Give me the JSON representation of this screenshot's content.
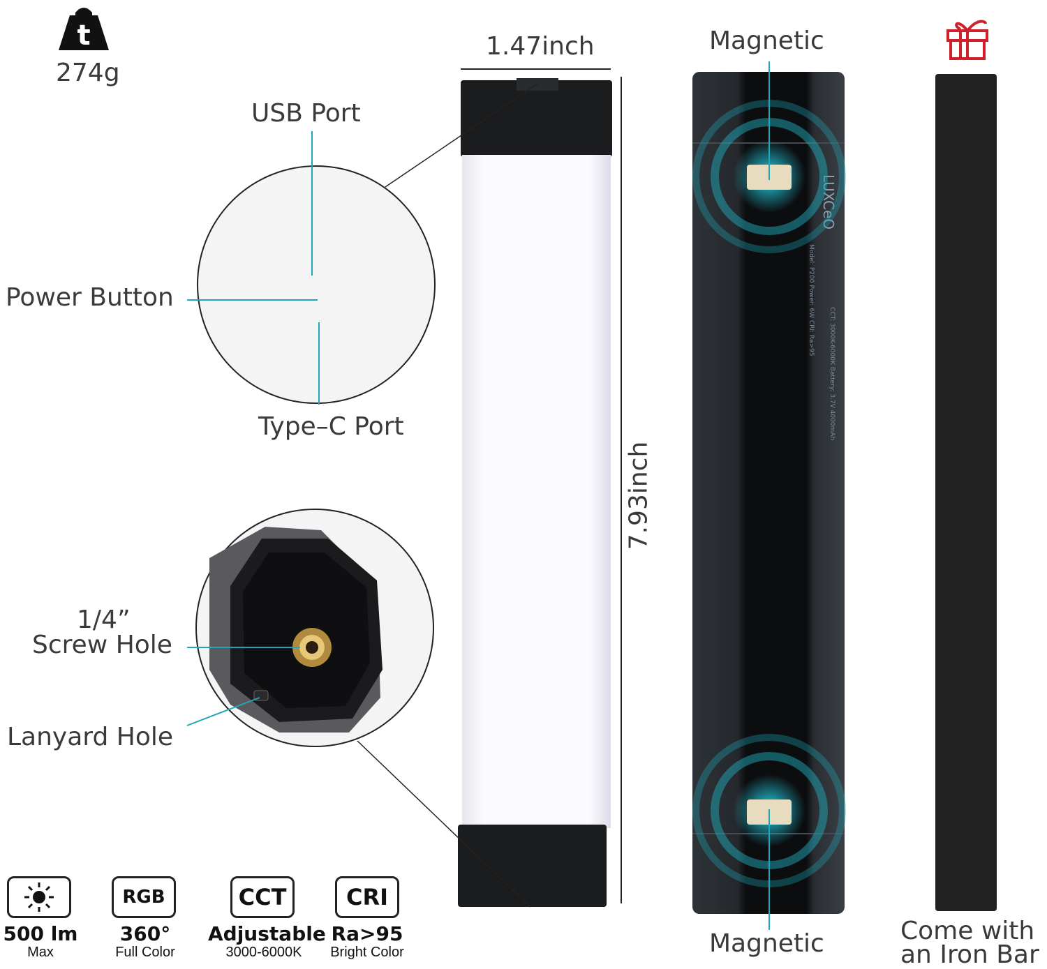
{
  "weight": {
    "icon": "weight-icon",
    "value": "274g"
  },
  "dimensions": {
    "width": "1.47inch",
    "length": "7.93inch"
  },
  "callouts": {
    "usb_port": "USB Port",
    "power_button": "Power Button",
    "type_c_port": "Type–C Port",
    "screw_hole_line1": "1/4”",
    "screw_hole_line2": "Screw Hole",
    "lanyard_hole": "Lanyard Hole",
    "magnetic_top": "Magnetic",
    "magnetic_bottom": "Magnetic"
  },
  "gift": {
    "icon": "gift-icon",
    "line1": "Come with",
    "line2": "an Iron Bar"
  },
  "features": [
    {
      "icon": "sun-icon",
      "title": "500 lm",
      "sub": "Max"
    },
    {
      "icon": "rgb-icon",
      "badge": "RGB",
      "title": "360°",
      "sub": "Full Color"
    },
    {
      "icon": "cct-icon",
      "badge": "CCT",
      "title": "Adjustable",
      "sub": "3000-6000K"
    },
    {
      "icon": "cri-icon",
      "badge": "CRI",
      "title": "Ra>95",
      "sub": "Bright Color"
    }
  ],
  "colors": {
    "accent": "#1fa7b8",
    "gift": "#d0202a",
    "body": "#2b2f33"
  }
}
